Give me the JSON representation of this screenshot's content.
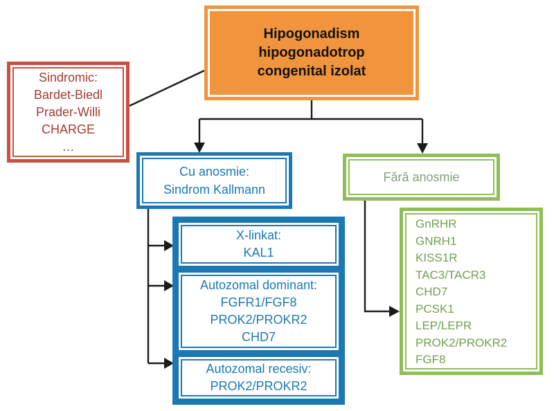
{
  "colors": {
    "background": "#FFFFFF",
    "orange_box": "#F0943D",
    "orange_inner_line": "#FFFFFF",
    "red_border": "#CC4F42",
    "red_text": "#A23B31",
    "blue": "#1B78B2",
    "green_border": "#8FBE55",
    "green_header_text": "#82A077",
    "green_list_text": "#6FA04F",
    "connector_line": "#1A1A1A",
    "root_text": "#111111"
  },
  "boxes": {
    "root": {
      "text": "Hipogonadism\nhipogonadotrop\ncongenital izolat"
    },
    "syndromic": {
      "text": "Sindromic:\nBardet-Biedl\nPrader-Willi\nCHARGE\n…"
    },
    "with_anosmia": {
      "text": "Cu anosmie:\nSindrom Kallmann"
    },
    "without_anosmia": {
      "text": "Fără anosmie"
    },
    "x_linked": {
      "text": "X-linkat:\nKAL1"
    },
    "autosomal_dominant": {
      "text": "Autozomal dominant:\nFGFR1/FGF8\nPROK2/PROKR2\nCHD7"
    },
    "autosomal_recessive": {
      "text": "Autozomal recesiv:\nPROK2/PROKR2"
    },
    "gene_list": {
      "genes": [
        "GnRHR",
        "GNRH1",
        "KISS1R",
        "TAC3/TACR3",
        "CHD7",
        "PCSK1",
        "LEP/LEPR",
        "PROK2/PROKR2",
        "FGF8"
      ]
    }
  }
}
